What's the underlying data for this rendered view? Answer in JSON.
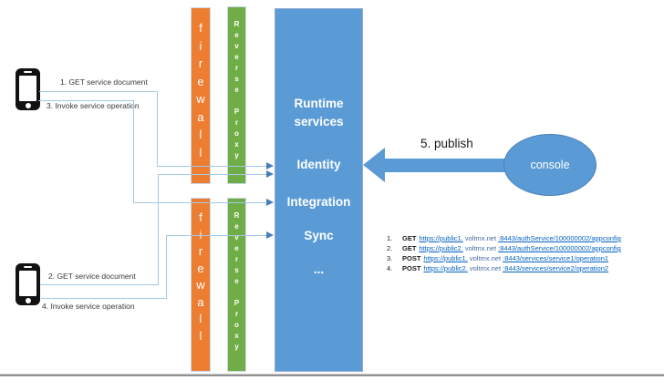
{
  "clients": {
    "top": {
      "get_label": "1. GET service document",
      "invoke_label": "3. Invoke service operation"
    },
    "bottom": {
      "get_label": "2. GET service document",
      "invoke_label": "4. Invoke service operation"
    }
  },
  "firewall": {
    "label_vertical": "f\ni\nr\ne\nw\na\nl\nl"
  },
  "reverse_proxy": {
    "label_vertical": "R\ne\nv\ne\nr\ns\ne\n\nP\nr\no\nx\ny"
  },
  "runtime": {
    "title": "Runtime\nservices",
    "services": [
      "Identity",
      "Integration",
      "Sync",
      "..."
    ]
  },
  "publish": {
    "label": "5. publish"
  },
  "console": {
    "label": "console"
  },
  "requests": {
    "rows": [
      {
        "num": "1.",
        "method": "GET",
        "url_pre": "https://public1.",
        "url_domain": " voltmx.net ",
        "url_post": ":8443/authService/100000002/appconfig"
      },
      {
        "num": "2.",
        "method": "GET",
        "url_pre": "https://public2.",
        "url_domain": " voltmx.net ",
        "url_post": ":8443/authService/100000002/appconfig"
      },
      {
        "num": "3.",
        "method": "POST",
        "url_pre": "https://public1.",
        "url_domain": " voltmx.net ",
        "url_post": ":8443/services/service1/operation1"
      },
      {
        "num": "4.",
        "method": "POST",
        "url_pre": "https://public2.",
        "url_domain": " voltmx.net ",
        "url_post": ":8443/services/service2/operation2"
      }
    ]
  },
  "colors": {
    "firewall": "#ED7D31",
    "reverse_proxy": "#70AD47",
    "runtime_box": "#5B9BD5",
    "connector_line": "#A5C8E4",
    "arrowhead": "#4A7EBB",
    "hyperlink": "#0563C1"
  }
}
